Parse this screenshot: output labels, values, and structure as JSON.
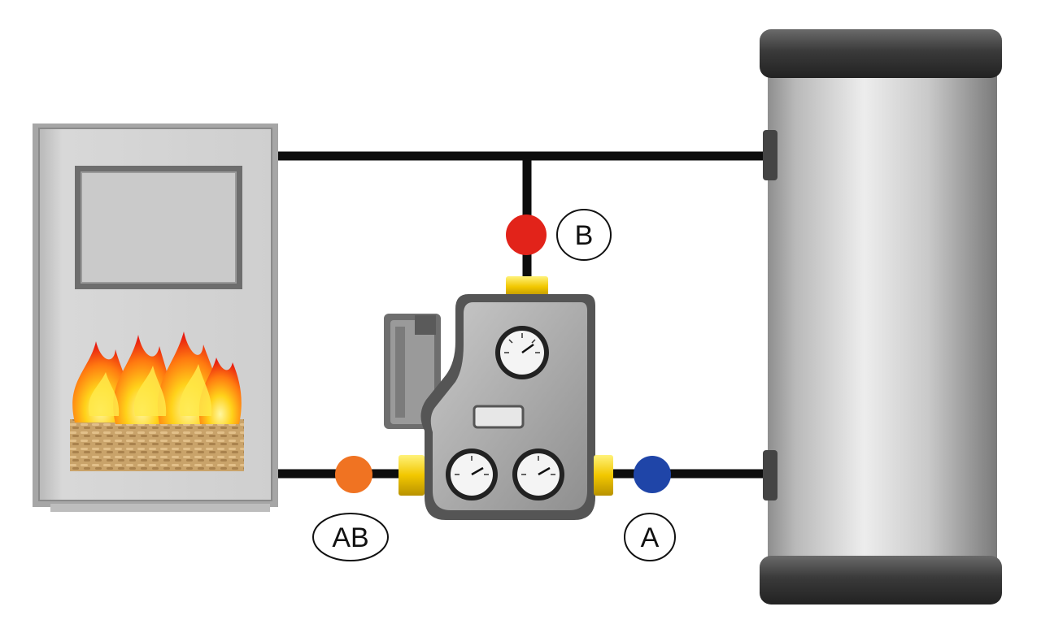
{
  "diagram": {
    "components": {
      "boiler": "pellet-boiler",
      "mixing_unit": "boiler-loading-unit",
      "tank": "buffer-tank"
    },
    "ports": [
      {
        "id": "B",
        "label": "B",
        "color": "#e2231a"
      },
      {
        "id": "AB",
        "label": "AB",
        "color": "#f07322"
      },
      {
        "id": "A",
        "label": "A",
        "color": "#1f45a8"
      }
    ],
    "colors": {
      "pipe": "#0d0d0d",
      "fitting": "#f2c700",
      "boiler_body": "#d3d3d3",
      "tank_body": "#c4c4c4",
      "tank_cap": "#3e3e3e"
    }
  }
}
